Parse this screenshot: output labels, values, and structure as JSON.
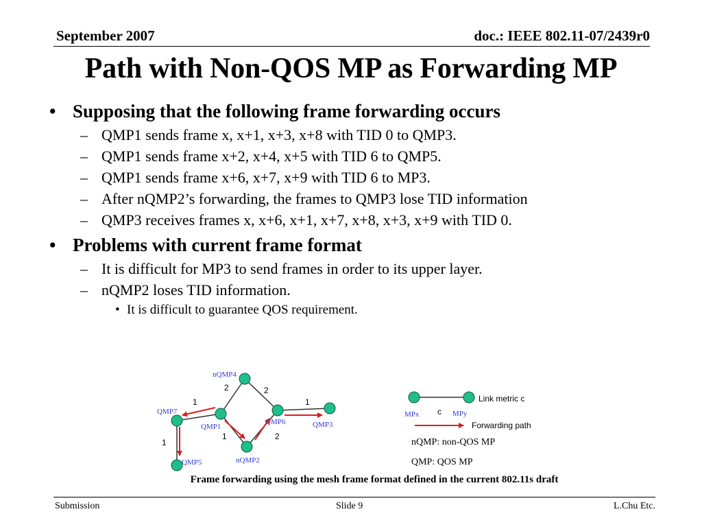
{
  "header": {
    "date": "September 2007",
    "doc": "doc.: IEEE 802.11-07/2439r0"
  },
  "title": "Path with Non-QOS MP as Forwarding MP",
  "bullets": [
    {
      "text": "Supposing that the following frame forwarding occurs",
      "sub": [
        "QMP1 sends frame x, x+1, x+3, x+8 with TID 0 to QMP3.",
        "QMP1 sends frame x+2, x+4, x+5 with TID 6 to QMP5.",
        "QMP1 sends frame x+6, x+7, x+9 with TID 6 to MP3.",
        "After nQMP2’s forwarding, the frames to QMP3 lose TID information",
        "QMP3 receives frames x, x+6, x+1, x+7, x+8, x+3, x+9 with TID 0."
      ]
    },
    {
      "text": "Problems with current frame format",
      "sub": [
        "It is difficult for MP3 to send frames in order to its upper layer.",
        "nQMP2 loses TID information."
      ],
      "subsub": [
        "It is difficult to guarantee QOS requirement."
      ]
    }
  ],
  "diagram": {
    "nodes": {
      "nqmp4": "nQMP4",
      "qmp7": "QMP7",
      "qmp1": "QMP1",
      "qmp6": "QMP6",
      "qmp3": "QMP3",
      "qmp5": "QMP5",
      "nqmp2": "nQMP2"
    },
    "metrics": {
      "qmp1_nqmp4": "2",
      "nqmp4_qmp6": "2",
      "qmp7_qmp1": "1",
      "qmp6_qmp3": "1",
      "qmp1_nqmp2": "1",
      "nqmp2_qmp6": "2",
      "qmp7_qmp5": "1"
    },
    "legend": {
      "link_metric": "Link metric c",
      "metric_symbol": "c",
      "mpx": "MPx",
      "mpy": "MPy",
      "forwarding_path": "Forwarding path",
      "nqmp_def": "nQMP: non-QOS MP",
      "qmp_def": "QMP: QOS MP"
    },
    "colors": {
      "node": "#1fbf8c",
      "arrow": "#d81e1e",
      "label": "#2e3ad6"
    },
    "caption": "Frame forwarding using the mesh frame format defined in the current 802.11s draft"
  },
  "footer": {
    "left": "Submission",
    "center": "Slide 9",
    "right": "L.Chu Etc."
  }
}
